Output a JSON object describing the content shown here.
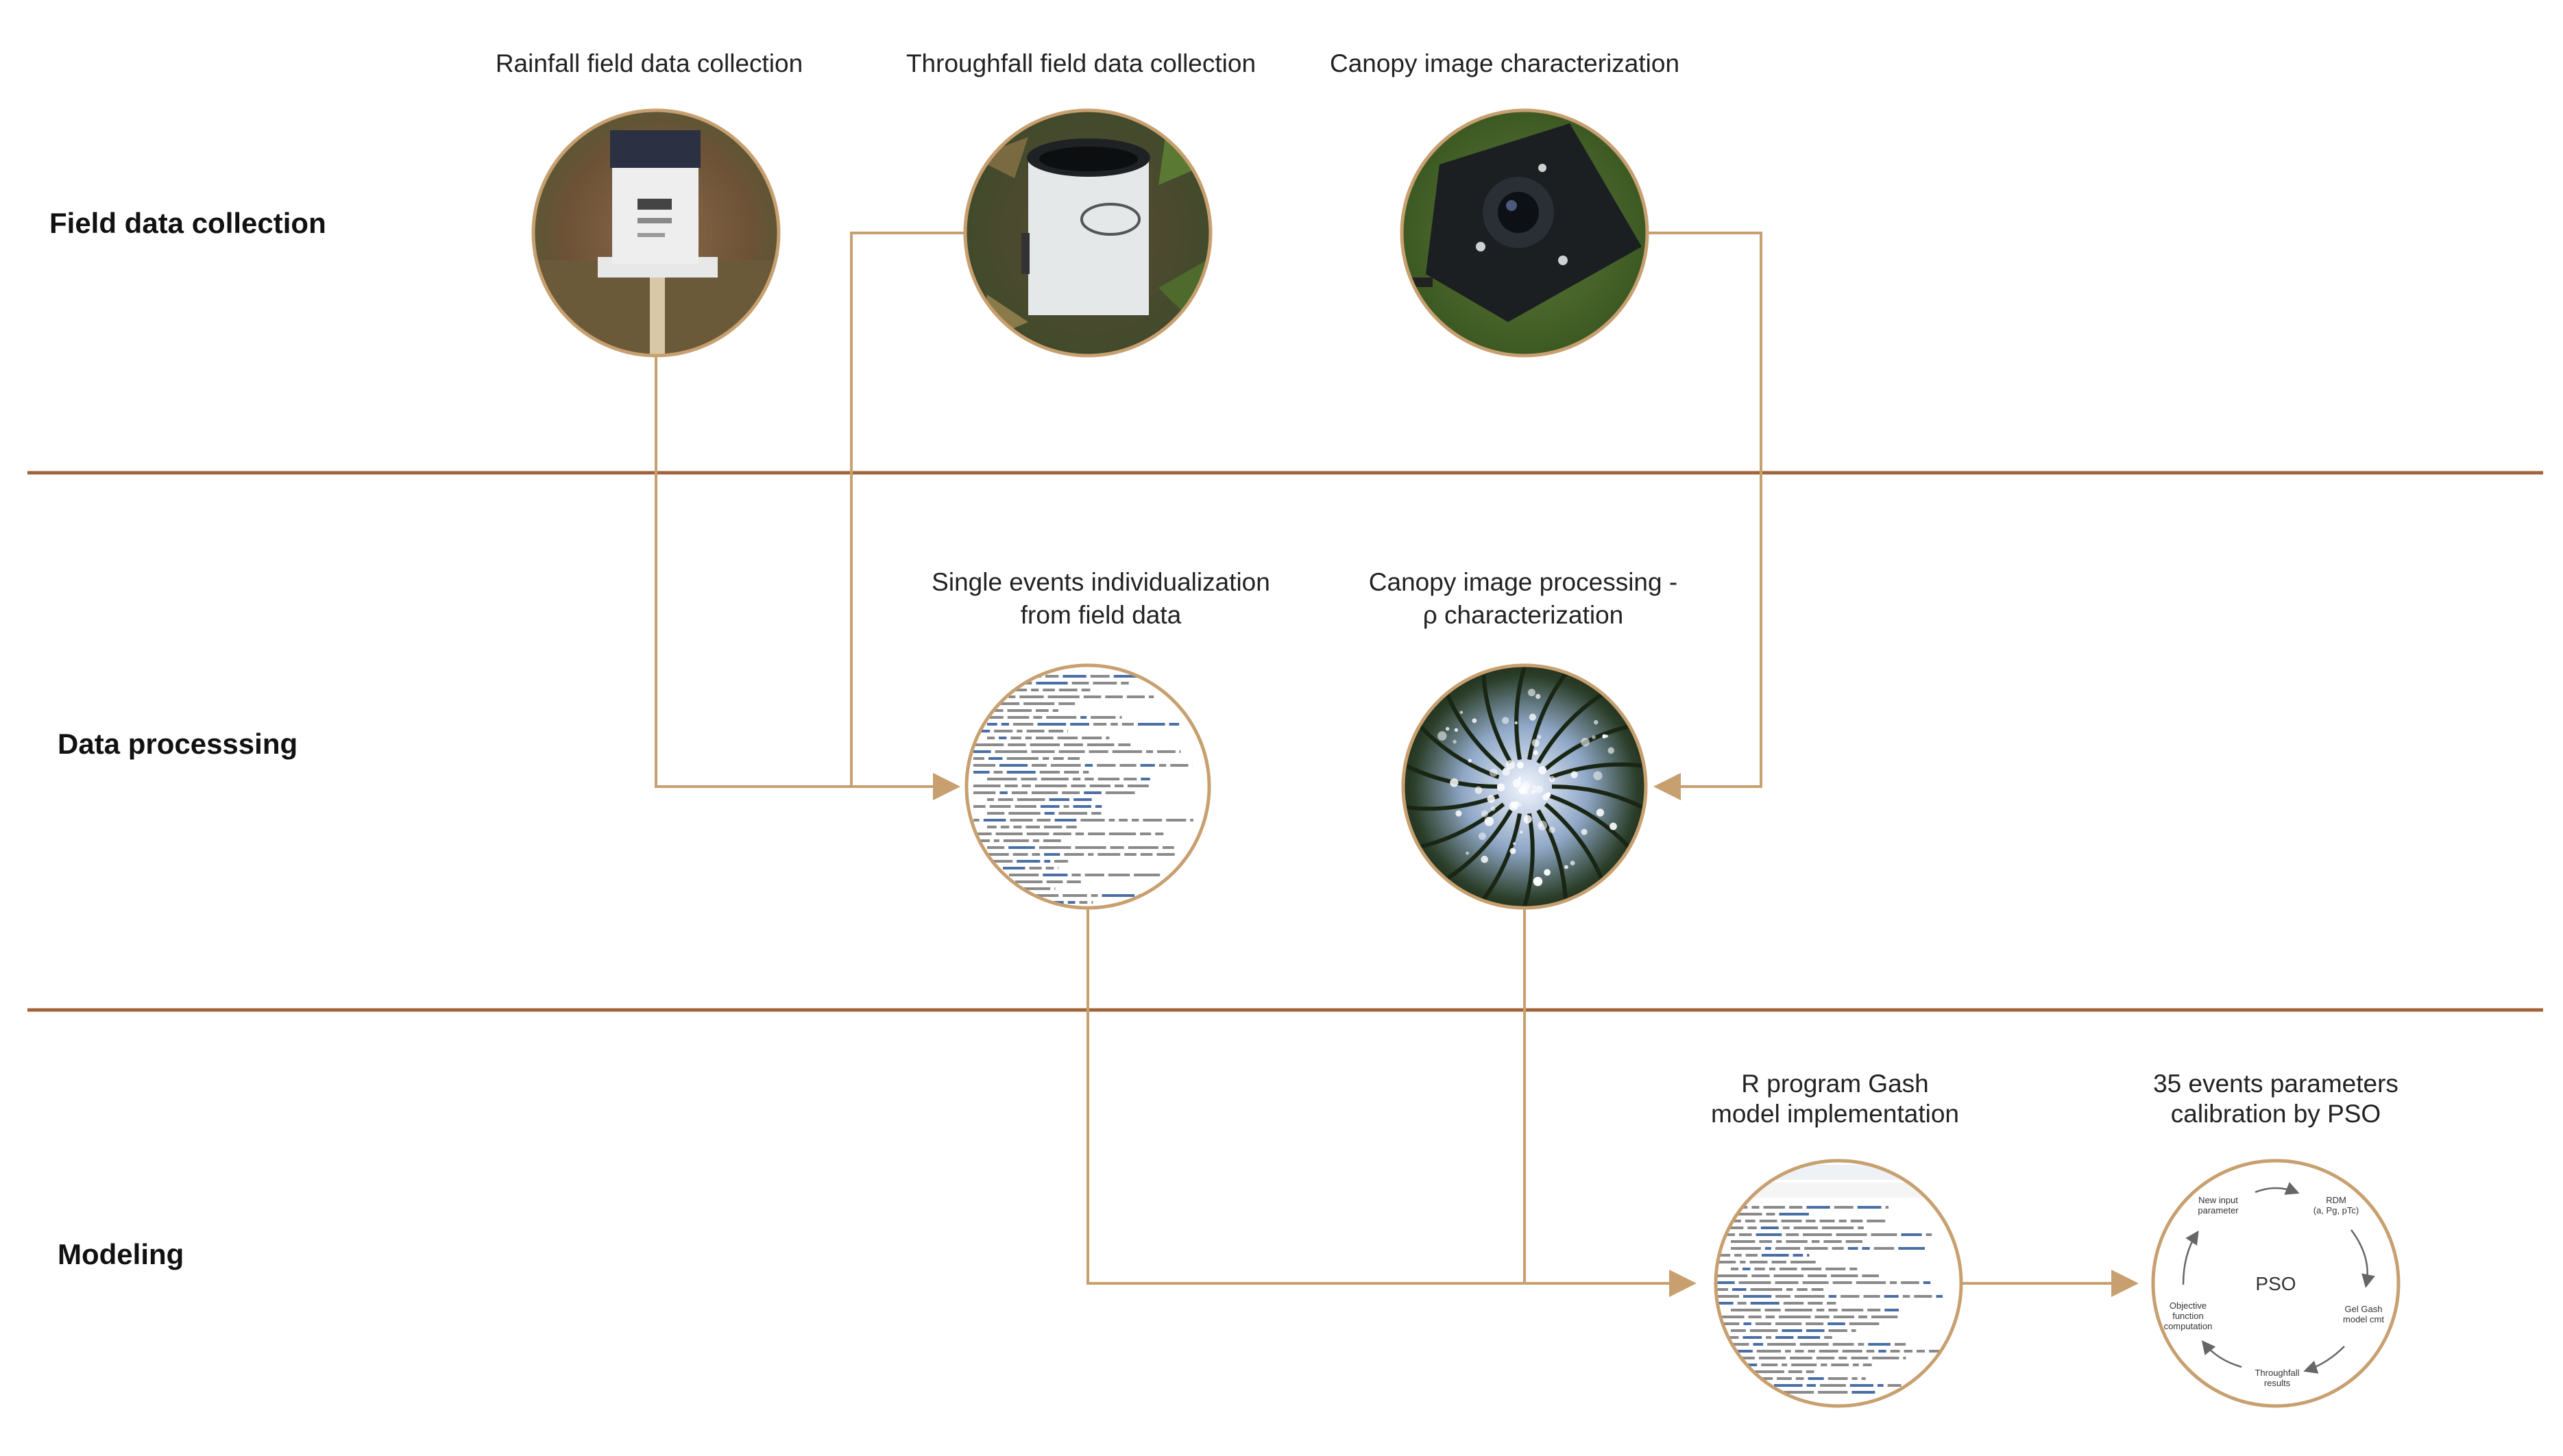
{
  "rows": {
    "field": "Field data collection",
    "processing": "Data processsing",
    "modeling": "Modeling"
  },
  "nodes": {
    "rainfall": "Rainfall field data collection",
    "throughfall": "Throughfall field data collection",
    "canopy": "Canopy image characterization",
    "single_events": [
      "Single events individualization",
      "from field data"
    ],
    "canopy_processing": [
      "Canopy image processing -",
      "ρ characterization"
    ],
    "r_program": [
      "R program Gash",
      "model implementation"
    ],
    "pso_calibration": [
      "35 events parameters",
      "calibration by PSO"
    ]
  },
  "pso_cycle": {
    "center": "PSO",
    "new_input": [
      "New input",
      "parameter"
    ],
    "rdm": [
      "RDM",
      "(a, Pg, pTc)"
    ],
    "gash_model": [
      "Gel Gash",
      "model cmt"
    ],
    "throughfall_results": [
      "Throughfall",
      "results"
    ],
    "objective": [
      "Objective",
      "function",
      "computation"
    ]
  },
  "colors": {
    "divider": "#a0633a",
    "connector": "#c8a070",
    "circle_border": "#c8a070"
  }
}
